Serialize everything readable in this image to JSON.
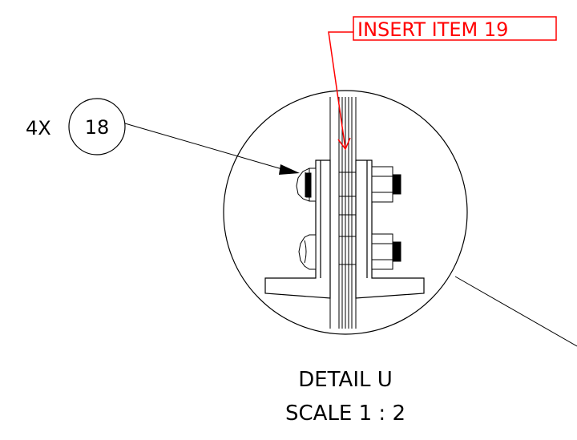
{
  "callout": {
    "quantity": "4X",
    "item_number": "18"
  },
  "insert_note": {
    "text": "INSERT ITEM 19"
  },
  "detail": {
    "title": "DETAIL U",
    "scale": "SCALE 1 : 2"
  },
  "colors": {
    "line": "#000000",
    "markup": "#ff0000",
    "background": "#ffffff"
  }
}
